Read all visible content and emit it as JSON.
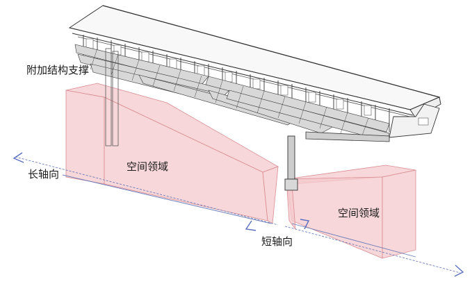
{
  "labels": {
    "support": "附加结构支撑",
    "space_left": "空间领域",
    "space_right": "空间领域",
    "long_axis": "长轴向",
    "short_axis": "短轴向"
  },
  "colors": {
    "zone_fill": "#f4c9cc",
    "zone_stroke": "#d98c92",
    "axis_line": "#6b7bb8",
    "arrow": "#5a6fc0",
    "structure": "#333333",
    "roof": "#f7f7f7"
  }
}
